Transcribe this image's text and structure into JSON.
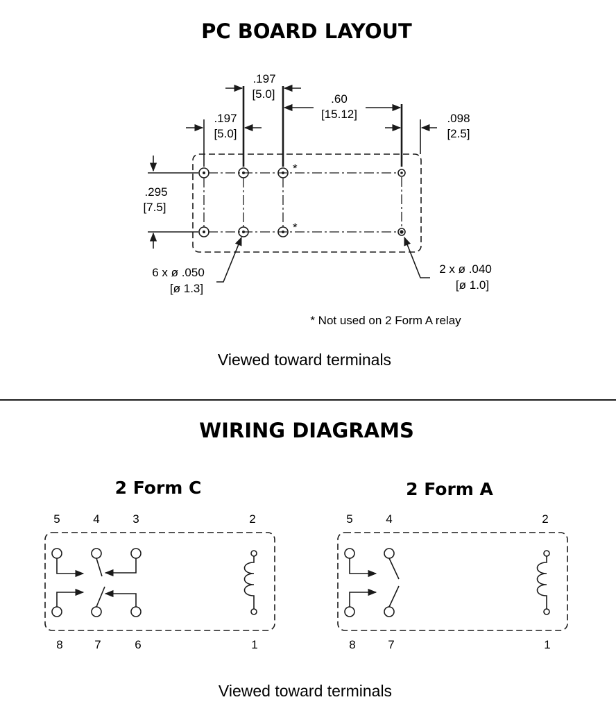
{
  "pcb": {
    "title": "PC BOARD LAYOUT",
    "dim_197_top": ".197",
    "dim_50_top": "[5.0]",
    "dim_197_left": ".197",
    "dim_50_left": "[5.0]",
    "dim_60": ".60",
    "dim_1512": "[15.12]",
    "dim_098": ".098",
    "dim_25": "[2.5]",
    "dim_295": ".295",
    "dim_75": "[7.5]",
    "star": "*",
    "holes_large": "6 x ø .050",
    "holes_large_mm": "[ø 1.3]",
    "holes_small": "2 x ø .040",
    "holes_small_mm": "[ø 1.0]",
    "note": "* Not used on 2 Form A relay",
    "caption": "Viewed toward terminals"
  },
  "wiring": {
    "title": "WIRING DIAGRAMS",
    "form_c": {
      "label": "2 Form C",
      "pin_5": "5",
      "pin_4": "4",
      "pin_3": "3",
      "pin_2": "2",
      "pin_8": "8",
      "pin_7": "7",
      "pin_6": "6",
      "pin_1": "1"
    },
    "form_a": {
      "label": "2 Form A",
      "pin_5": "5",
      "pin_4": "4",
      "pin_2": "2",
      "pin_8": "8",
      "pin_7": "7",
      "pin_1": "1"
    },
    "caption": "Viewed toward terminals"
  }
}
